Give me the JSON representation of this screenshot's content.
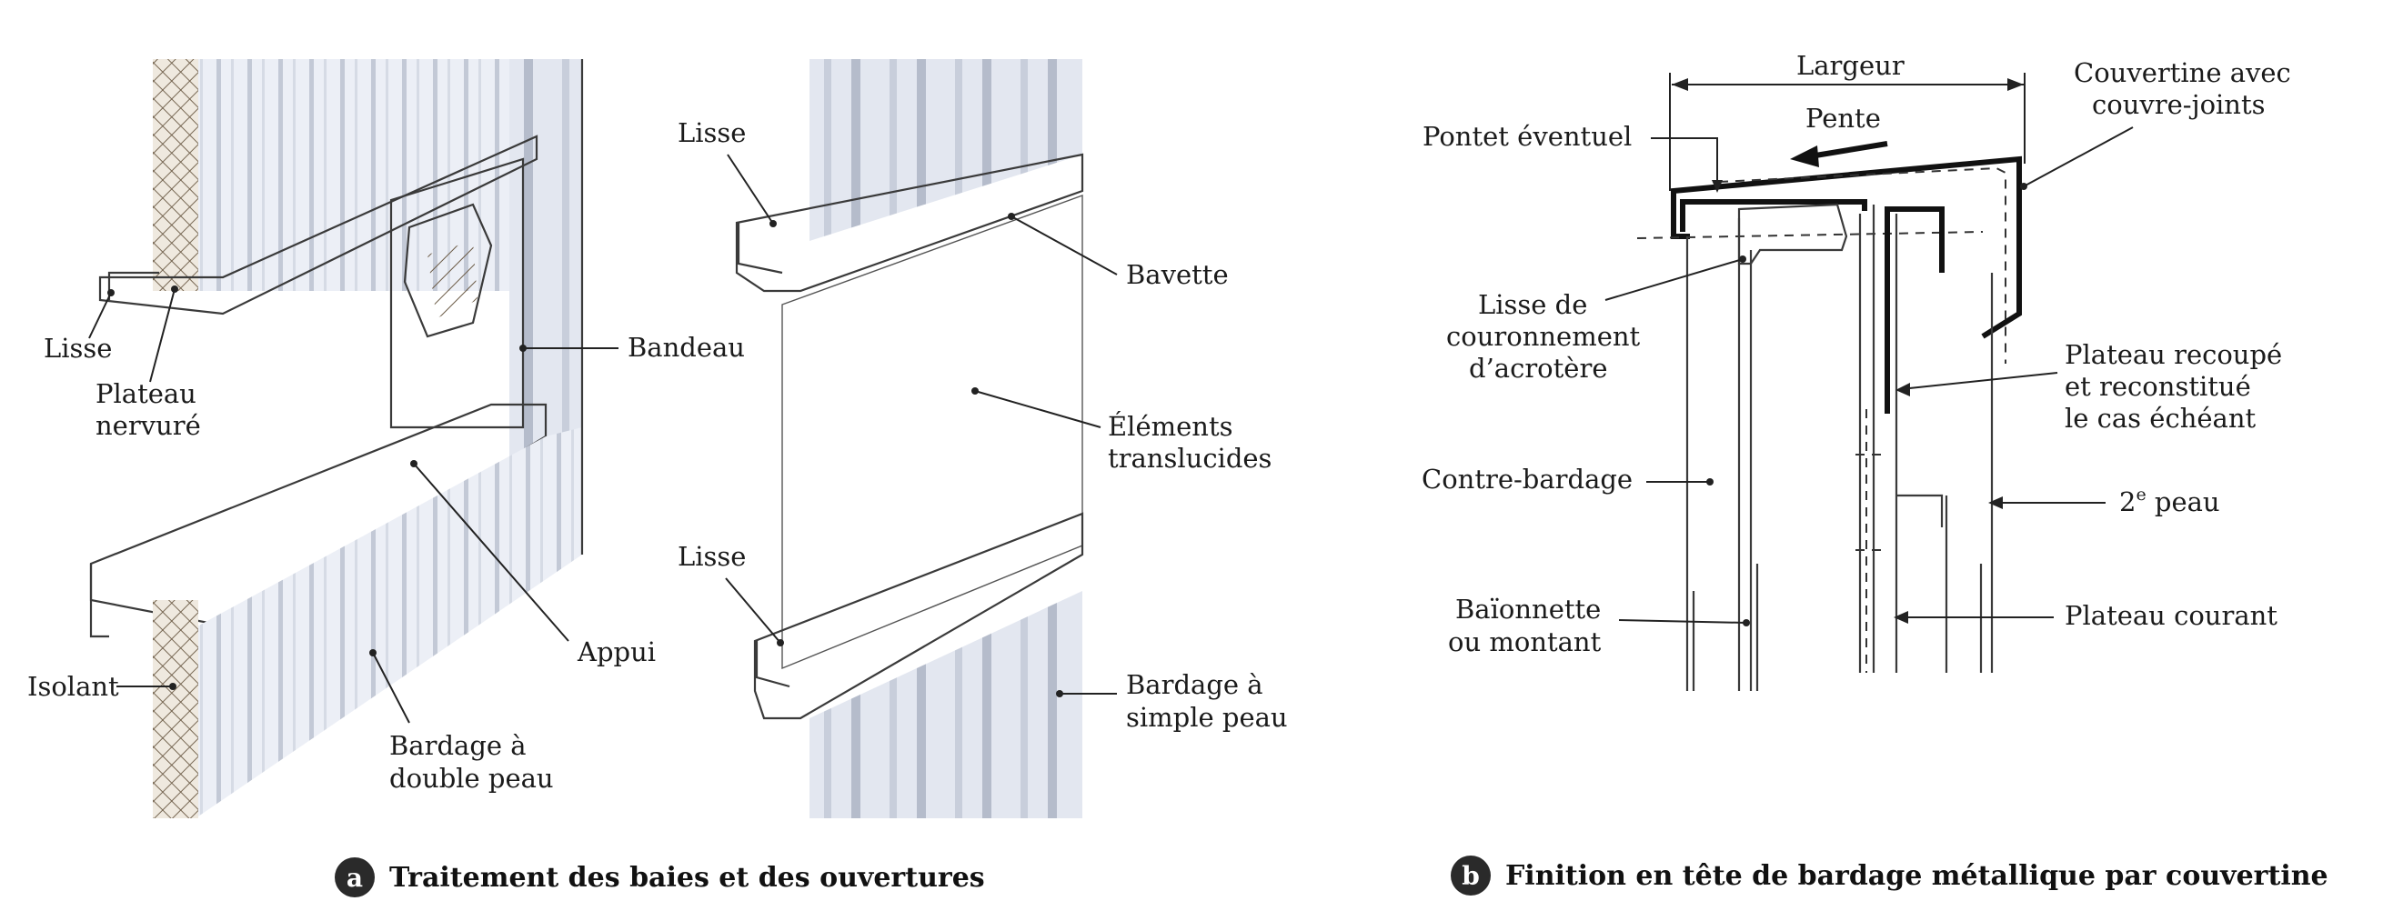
{
  "panel_a": {
    "caption_badge": "a",
    "caption": "Traitement des baies et des ouvertures",
    "labels": {
      "lisse_top": "Lisse",
      "plateau_line1": "Plateau",
      "plateau_line2": "nervuré",
      "bandeau": "Bandeau",
      "isolant": "Isolant",
      "appui": "Appui",
      "bardage_double_line1": "Bardage à",
      "bardage_double_line2": "double peau",
      "lisse_right_top": "Lisse",
      "bavette": "Bavette",
      "elements_line1": "Éléments",
      "elements_line2": "translucides",
      "lisse_right_bottom": "Lisse",
      "bardage_simple_line1": "Bardage à",
      "bardage_simple_line2": "simple peau"
    }
  },
  "panel_b": {
    "caption_badge": "b",
    "caption": "Finition en tête de bardage métallique par couvertine",
    "labels": {
      "largeur": "Largeur",
      "pente": "Pente",
      "couvertine_line1": "Couvertine avec",
      "couvertine_line2": "couvre-joints",
      "pontet": "Pontet éventuel",
      "lisse_couronnement_line1": "Lisse de",
      "lisse_couronnement_line2": "couronnement",
      "lisse_couronnement_line3": "d’acrotère",
      "plateau_recoupe_line1": "Plateau recoupé",
      "plateau_recoupe_line2": "et reconstitué",
      "plateau_recoupe_line3": "le cas échéant",
      "contre_bardage": "Contre-bardage",
      "deuxieme_peau_prefix": "2",
      "deuxieme_peau_sup": "e",
      "deuxieme_peau_suffix": " peau",
      "baionnette_line1": "Baïonnette",
      "baionnette_line2": "ou montant",
      "plateau_courant": "Plateau courant"
    }
  }
}
